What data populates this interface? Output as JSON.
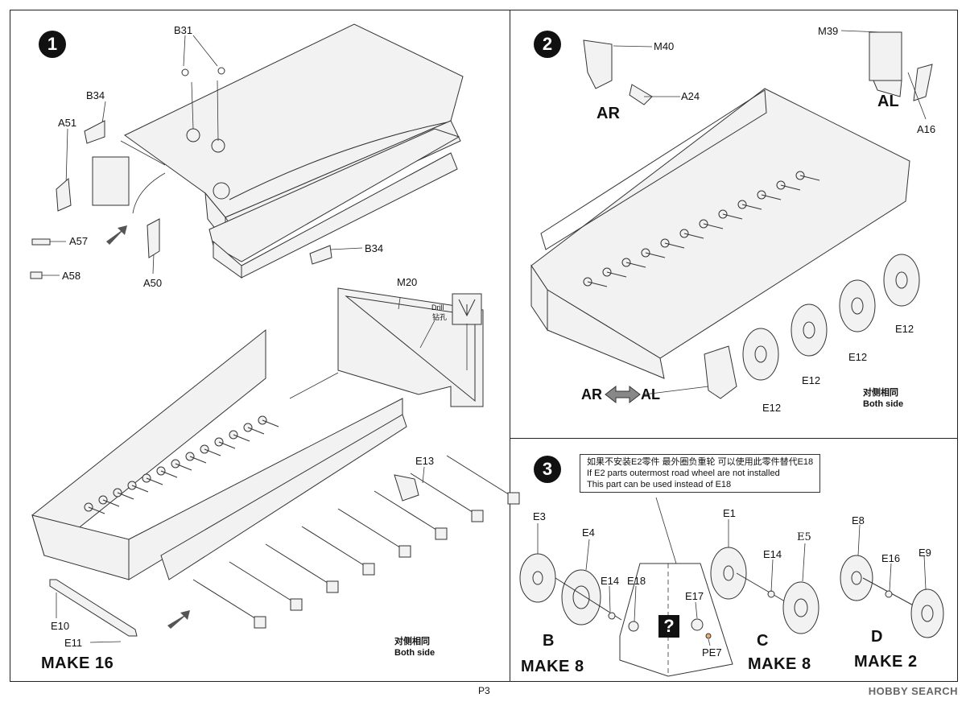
{
  "steps": {
    "s1": {
      "number": "1",
      "labels": {
        "b31": "B31",
        "b34_top": "B34",
        "a51": "A51",
        "a57": "A57",
        "a58": "A58",
        "a50": "A50",
        "b34_bottom": "B34",
        "m20": "M20",
        "drill_en": "Drill",
        "drill_cn": "钻孔",
        "e13": "E13",
        "e10": "E10",
        "e11": "E11"
      },
      "both_cn": "对侧相同",
      "both_en": "Both side",
      "make": "MAKE 16"
    },
    "s2": {
      "number": "2",
      "labels": {
        "m40": "M40",
        "a24": "A24",
        "m39": "M39",
        "a16": "A16",
        "e12_a": "E12",
        "e12_b": "E12",
        "e12_c": "E12",
        "e12_d": "E12"
      },
      "ar": "AR",
      "al": "AL",
      "ar_swap": "AR",
      "al_swap": "AL",
      "both_cn": "对侧相同",
      "both_en": "Both side"
    },
    "s3": {
      "number": "3",
      "note": {
        "cn": "如果不安装E2零件 最外圈负重轮 可以使用此零件替代E18",
        "en1": "If E2 parts outermost road wheel are not installed",
        "en2": "This part can be used instead of E18"
      },
      "labels": {
        "e3": "E3",
        "e4": "E4",
        "e14_a": "E14",
        "e18": "E18",
        "e1": "E1",
        "e14_b": "E14",
        "e5": "E5",
        "e17": "E17",
        "pe7": "PE7",
        "e8": "E8",
        "e16": "E16",
        "e9": "E9"
      },
      "question": "?",
      "variants": {
        "b": "B",
        "c": "C",
        "d": "D"
      },
      "makes": {
        "b": "MAKE 8",
        "c": "MAKE 8",
        "d": "MAKE 2"
      }
    }
  },
  "footer": {
    "page": "P3",
    "watermark": "HOBBY SEARCH"
  }
}
